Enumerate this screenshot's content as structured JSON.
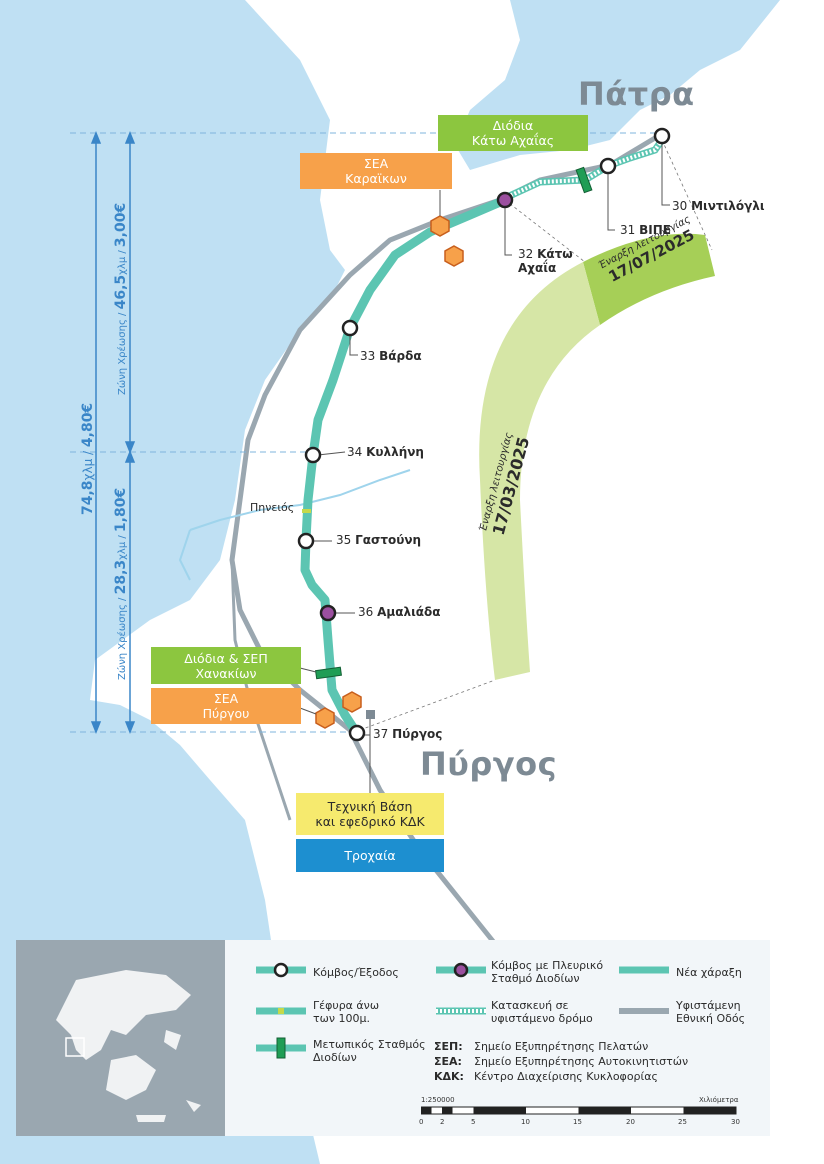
{
  "cities": {
    "patra": "Πάτρα",
    "pyrgos": "Πύργος"
  },
  "nodes": [
    {
      "num": "30",
      "name": "Μιντιλόγλι"
    },
    {
      "num": "31",
      "name": "ΒΙΠΕ"
    },
    {
      "num": "32",
      "name": "Κάτω Αχαΐα"
    },
    {
      "num": "33",
      "name": "Βάρδα"
    },
    {
      "num": "34",
      "name": "Κυλλήνη"
    },
    {
      "num": "35",
      "name": "Γαστούνη"
    },
    {
      "num": "36",
      "name": "Αμαλιάδα"
    },
    {
      "num": "37",
      "name": "Πύργος"
    }
  ],
  "river": "Πηνειός",
  "boxes": {
    "toll_achaia": [
      "Διόδια",
      "Κάτω Αχαΐας"
    ],
    "sea_karaikon": [
      "ΣΕΑ",
      "Καραϊκων"
    ],
    "toll_chanakia": [
      "Διόδια & ΣΕΠ",
      "Χανακίων"
    ],
    "sea_pyrgou": [
      "ΣΕΑ",
      "Πύργου"
    ],
    "tech_base": [
      "Τεχνική Βάση",
      "και εφεδρικό ΚΔΚ"
    ],
    "traffic": "Τροχαία"
  },
  "arcs": {
    "arc1": {
      "title": "Έναρξη λειτουργίας",
      "date": "17/07/2025"
    },
    "arc2": {
      "title": "Έναρξη λειτουργίας",
      "date": "17/03/2025"
    }
  },
  "zones": {
    "total": {
      "km": "74,8",
      "unit": "χλμ",
      "price": "4,80€"
    },
    "north": {
      "prefix": "Ζώνη Χρέωσης /",
      "km": "46,5",
      "unit": "χλμ",
      "price": "3,00€"
    },
    "south": {
      "prefix": "Ζώνη Χρέωσης /",
      "km": "28,3",
      "unit": "χλμ",
      "price": "1,80€"
    }
  },
  "legend": {
    "node": "Κόμβος/Έξοδος",
    "node_toll": [
      "Κόμβος με Πλευρικό",
      "Σταθμό Διοδίων"
    ],
    "new_route": "Νέα χάραξη",
    "bridge": [
      "Γέφυρα άνω",
      "των 100μ."
    ],
    "construction": [
      "Κατασκευή σε",
      "υφιστάμενο δρόμο"
    ],
    "existing": [
      "Υφιστάμενη",
      "Εθνική Οδός"
    ],
    "mainline_toll": [
      "Μετωπικός Σταθμός",
      "Διοδίων"
    ],
    "abbreviations": [
      {
        "key": "ΣΕΠ:",
        "text": "Σημείο Εξυπηρέτησης Πελατών"
      },
      {
        "key": "ΣΕΑ:",
        "text": "Σημείο Εξυπηρέτησης Αυτοκινητιστών"
      },
      {
        "key": "ΚΔΚ:",
        "text": "Κέντρο Διαχείρισης Κυκλοφορίας"
      }
    ],
    "scale": {
      "ratio": "1:250000",
      "unit": "Χιλιόμετρα",
      "ticks": [
        "0",
        "2",
        "5",
        "10",
        "15",
        "20",
        "25",
        "30"
      ]
    }
  },
  "colors": {
    "route": "#5cc5b2",
    "existing": "#9aa7b0",
    "toll_node": "#9b4f9f",
    "sea": "#bfe0f3",
    "land": "#ffffff"
  }
}
